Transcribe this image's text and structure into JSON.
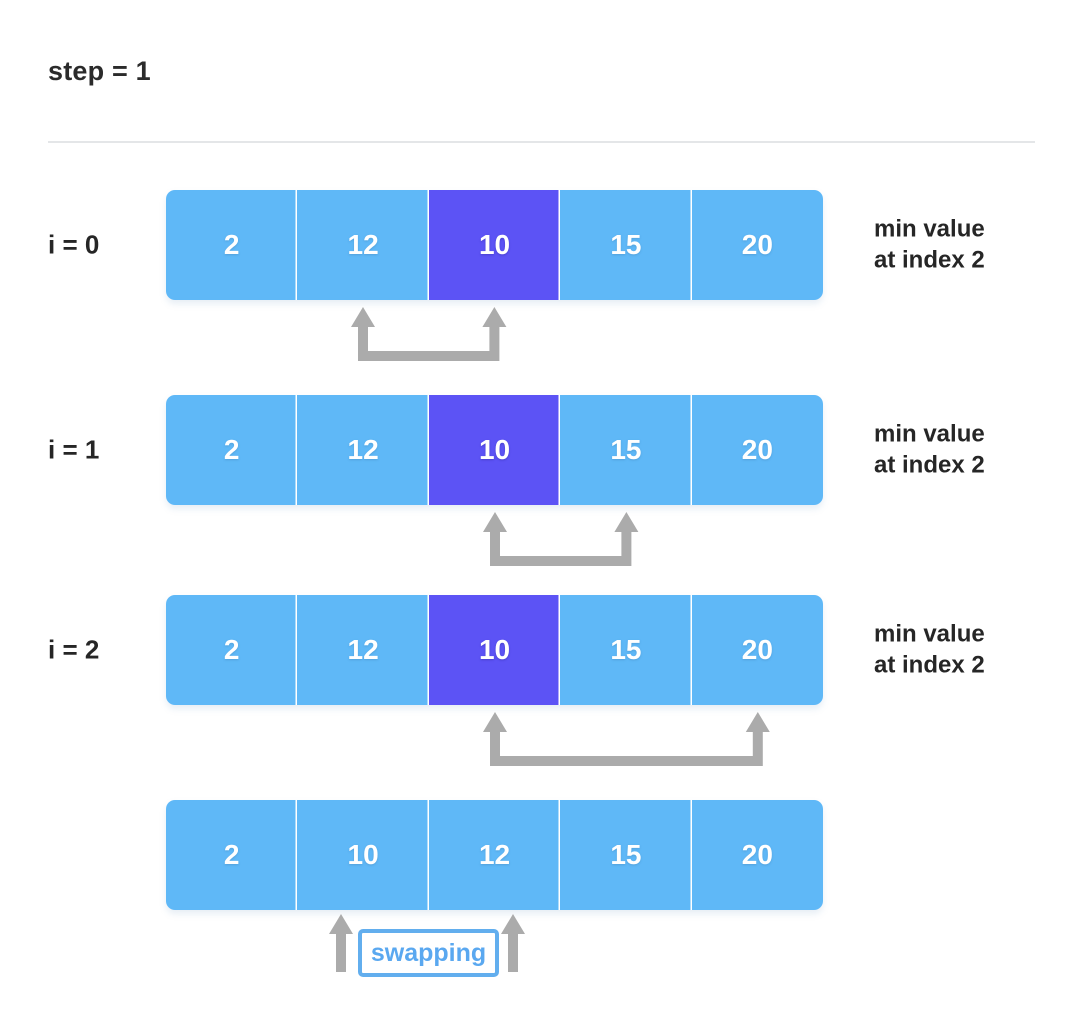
{
  "header": {
    "step_label": "step = 1"
  },
  "colors": {
    "cell": "#5fb8f7",
    "cell_highlight": "#5c53f5",
    "cell_text": "#ffffff",
    "arrow": "#ababab",
    "swap_border": "#62aeee",
    "swap_text": "#5aa8f0",
    "divider": "#e4e6e8",
    "label_text": "#262626"
  },
  "rows": [
    {
      "label": "i = 0",
      "values": [
        "2",
        "12",
        "10",
        "15",
        "20"
      ],
      "highlight_index": 2,
      "note": "min value\nat index 2",
      "arrow_from_index": 1,
      "arrow_to_index": 2
    },
    {
      "label": "i = 1",
      "values": [
        "2",
        "12",
        "10",
        "15",
        "20"
      ],
      "highlight_index": 2,
      "note": "min value\nat index 2",
      "arrow_from_index": 2,
      "arrow_to_index": 3
    },
    {
      "label": "i = 2",
      "values": [
        "2",
        "12",
        "10",
        "15",
        "20"
      ],
      "highlight_index": 2,
      "note": "min value\nat index 2",
      "arrow_from_index": 2,
      "arrow_to_index": 4
    },
    {
      "label": "",
      "values": [
        "2",
        "10",
        "12",
        "15",
        "20"
      ],
      "highlight_index": -1,
      "note": "",
      "arrow_from_index": -1,
      "arrow_to_index": -1
    }
  ],
  "swap": {
    "label": "swapping"
  }
}
